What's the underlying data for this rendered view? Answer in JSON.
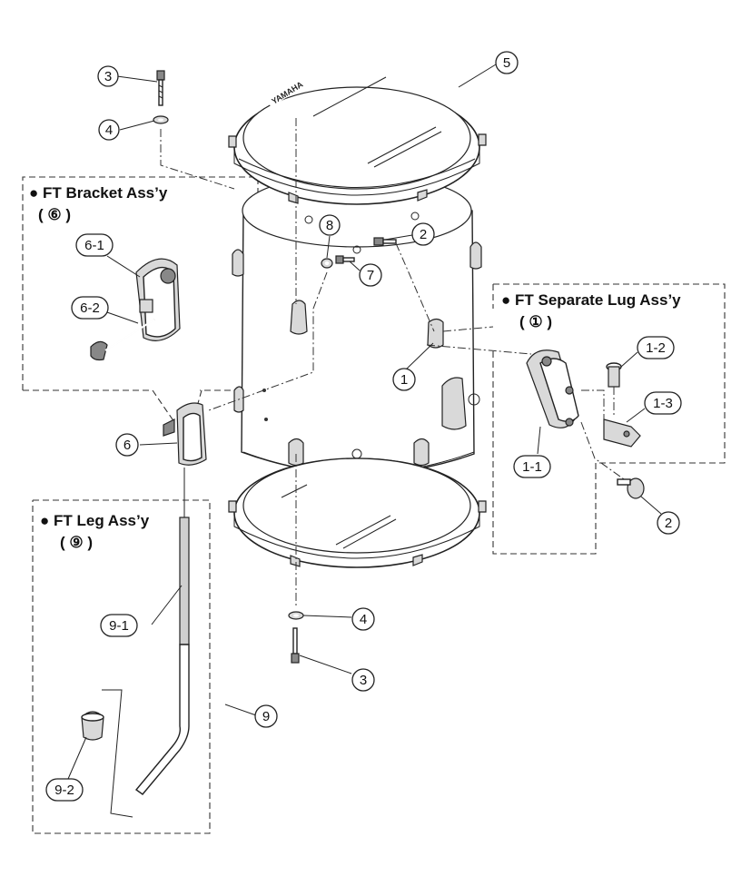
{
  "callouts": {
    "c1": "1",
    "c2a": "2",
    "c2b": "2",
    "c3a": "3",
    "c3b": "3",
    "c4a": "4",
    "c4b": "4",
    "c5": "5",
    "c6": "6",
    "c7": "7",
    "c8": "8",
    "c9": "9",
    "c6_1": "6-1",
    "c6_2": "6-2",
    "c9_1": "9-1",
    "c9_2": "9-2",
    "c1_1": "1-1",
    "c1_2": "1-2",
    "c1_3": "1-3"
  },
  "groups": {
    "bracket": {
      "title": "● FT Bracket  Ass’y",
      "ref": "( ⑥ )"
    },
    "lug": {
      "title": "● FT Separate Lug Ass’y",
      "ref": "( ① )"
    },
    "leg": {
      "title": "● FT Leg Ass’y",
      "ref": "( ⑨ )"
    }
  },
  "drumhead_brand": "YAMAHA"
}
